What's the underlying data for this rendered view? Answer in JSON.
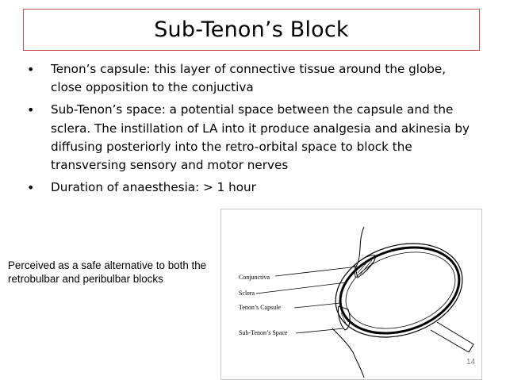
{
  "slide": {
    "title": "Sub-Tenon’s Block",
    "bullets": [
      "Tenon’s capsule: this layer of connective tissue around the globe, close opposition to the conjuctiva",
      "Sub-Tenon’s space: a potential space between the capsule and the sclera. The instillation of LA into it produce analgesia and akinesia by diffusing posteriorly into the retro-orbital space to block the transversing sensory and motor nerves",
      "Duration of anaesthesia: > 1 hour"
    ],
    "side_note": "Perceived as a safe alternative to both the retrobulbar and peribulbar blocks",
    "page_number": "14"
  },
  "diagram": {
    "labels": {
      "conjunctiva": "Conjunctiva",
      "sclera": "Sclera",
      "tenons_capsule": "Tenon’s Capsule",
      "sub_tenons_space": "Sub-Tenon’s Space"
    }
  },
  "colors": {
    "title_border": "#c0504d",
    "text": "#000000",
    "page_number": "#7f7f7f"
  }
}
